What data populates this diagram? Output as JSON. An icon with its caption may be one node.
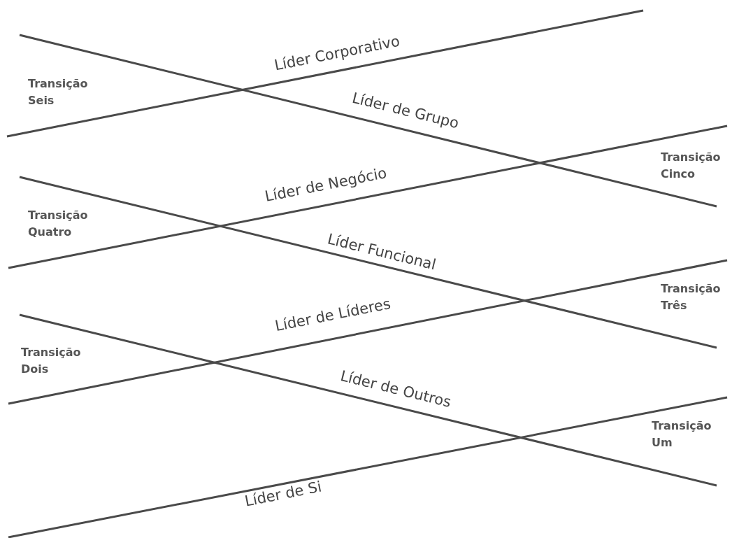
{
  "diagram": {
    "labels": [
      "Líder Corporativo",
      "Transição Seis",
      "Líder de Grupo",
      "Transição Cinco",
      "Líder de Negócio",
      "Transição Quatro",
      "Líder Funcional",
      "Transição Três",
      "Líder de Líderes",
      "Transição Dois",
      "Líder de Outros",
      "Transição Um",
      "Líder de Si"
    ]
  }
}
